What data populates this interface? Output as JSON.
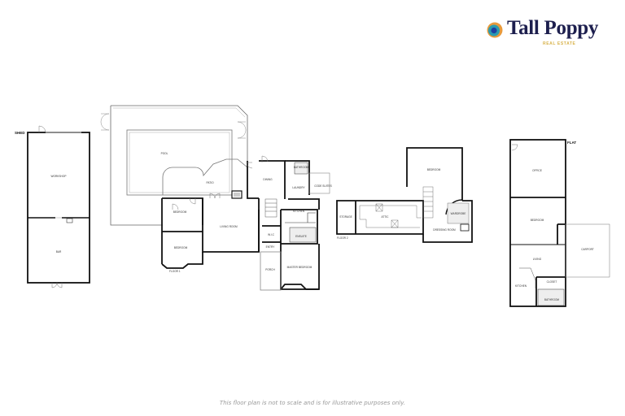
{
  "brand": {
    "name": "Tall Poppy",
    "subtitle": "REAL ESTATE",
    "colors": {
      "navy": "#1d1f4e",
      "gold": "#d8b24a",
      "teal": "#2a9bb0",
      "orange": "#e89a3c"
    }
  },
  "floor_plans": {
    "shed": {
      "title": "SHED",
      "rooms": [
        "WORKSHOP",
        "BAR"
      ]
    },
    "floor1": {
      "title": "FLOOR 1",
      "rooms": [
        "POOL",
        "PATIO",
        "DINING",
        "LAUNDRY",
        "BATHROOM",
        "CODE SUITES",
        "BEDROOM",
        "LIVING ROOM",
        "KITCHEN",
        "BEDROOM",
        "W.I.C",
        "ENSUITE",
        "ENTRY",
        "PORCH",
        "MASTER BEDROOM"
      ]
    },
    "floor2": {
      "title": "FLOOR 2",
      "rooms": [
        "BEDROOM",
        "STORAGE",
        "ATTIC",
        "WARDROBE",
        "DRESSING ROOM"
      ]
    },
    "flat": {
      "title": "FLAT",
      "rooms": [
        "OFFICE",
        "BEDROOM",
        "CARPORT",
        "LIVING",
        "CLOSET",
        "KITCHEN",
        "BATHROOM"
      ]
    }
  },
  "disclaimer": "This floor plan is not to scale and is for illustrative purposes only."
}
